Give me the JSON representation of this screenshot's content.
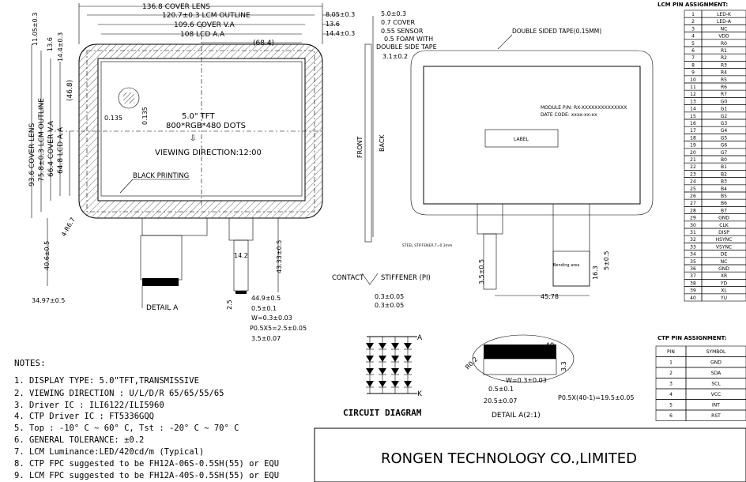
{
  "front_view": {
    "dims_top": [
      "136.8 COVER LENS",
      "120.7±0.3 LCM OUTLINE",
      "109.6 COVER V.A",
      "108 LCD A.A",
      "(68.4)"
    ],
    "dims_top_right": [
      "8.05±0.3",
      "13.6",
      "14.4±0.3"
    ],
    "dims_left_outer": [
      "11.05±0.3",
      "13.6",
      "14.4±0.3"
    ],
    "dims_left": [
      "93.6 COVER LENS",
      "75.8±0.3 LCM OUTLINE",
      "66.4 COVER V.A",
      "64.8 LCD A.A",
      "(46.8)"
    ],
    "center_text": [
      "5.0\" TFT",
      "800*RGB*480 DOTS",
      "VIEWING DIRECTION:12:00"
    ],
    "black_printing": "BLACK PRINTING",
    "pixel_dims": [
      "0.135",
      "0.135"
    ],
    "radius": "4-R6.7",
    "bottom_dims": [
      "40.6±0.5",
      "34.97±0.5",
      "DETAIL A",
      "14.2",
      "43.33±0.5",
      "44.9±0.5",
      "2.5",
      "0.5±0.1",
      "W=0.3±0.03",
      "P0.5X5=2.5±0.05",
      "3.5±0.07"
    ]
  },
  "side_view": {
    "callouts": [
      "5.0±0.3",
      "0.7 COVER",
      "0.55 SENSOR",
      "0.5 FOAM WITH",
      "DOUBLE SIDE TAPE",
      "3.1±0.2"
    ],
    "front": "FRONT",
    "back": "BACK",
    "contact": "CONTACT",
    "stiffener": "STIFFENER (PI)",
    "small_dims": [
      "0.3±0.05",
      "0.3±0.05"
    ]
  },
  "back_view": {
    "tape": "DOUBLE SIDED TAPE(0.15MM)",
    "module_pn": "MODULE P/N: RX-XXXXXXXXXXXXXX",
    "date_code": "DATE CODE: xxxx-xx-xx",
    "label": "LABEL",
    "stiffener_note": "STEEL STIFFENER,T=0.3mm",
    "dims": [
      "3.5±0.5",
      "16.3",
      "5±0.5",
      "45.78"
    ],
    "bending": "Bending area"
  },
  "lcm_pin": {
    "title": "LCM PIN ASSIGNMENT:",
    "rows": [
      [
        "1",
        "LED-K"
      ],
      [
        "2",
        "LED-A"
      ],
      [
        "3",
        "NC"
      ],
      [
        "4",
        "VDD"
      ],
      [
        "5",
        "R0"
      ],
      [
        "6",
        "R1"
      ],
      [
        "7",
        "R2"
      ],
      [
        "8",
        "R3"
      ],
      [
        "9",
        "R4"
      ],
      [
        "10",
        "R5"
      ],
      [
        "11",
        "R6"
      ],
      [
        "12",
        "R7"
      ],
      [
        "13",
        "G0"
      ],
      [
        "14",
        "G1"
      ],
      [
        "15",
        "G2"
      ],
      [
        "16",
        "G3"
      ],
      [
        "17",
        "G4"
      ],
      [
        "18",
        "G5"
      ],
      [
        "19",
        "G6"
      ],
      [
        "20",
        "G7"
      ],
      [
        "21",
        "B0"
      ],
      [
        "22",
        "B1"
      ],
      [
        "23",
        "B2"
      ],
      [
        "24",
        "B3"
      ],
      [
        "25",
        "B4"
      ],
      [
        "26",
        "B5"
      ],
      [
        "27",
        "B6"
      ],
      [
        "28",
        "B7"
      ],
      [
        "29",
        "GND"
      ],
      [
        "30",
        "CLK"
      ],
      [
        "31",
        "DISP"
      ],
      [
        "32",
        "HSYNC"
      ],
      [
        "33",
        "VSYNC"
      ],
      [
        "34",
        "DE"
      ],
      [
        "35",
        "NC"
      ],
      [
        "36",
        "GND"
      ],
      [
        "37",
        "XR"
      ],
      [
        "38",
        "YD"
      ],
      [
        "39",
        "XL"
      ],
      [
        "40",
        "YU"
      ]
    ]
  },
  "ctp_pin": {
    "title": "CTP PIN ASSIGNMENT:",
    "headers": [
      "PIN",
      "SYMBOL"
    ],
    "rows": [
      [
        "1",
        "GND"
      ],
      [
        "2",
        "SDA"
      ],
      [
        "3",
        "SCL"
      ],
      [
        "4",
        "VCC"
      ],
      [
        "5",
        "INT"
      ],
      [
        "6",
        "RST"
      ]
    ]
  },
  "circuit": {
    "title": "CIRCUIT DIAGRAM",
    "anode": "A",
    "cathode": "K"
  },
  "detail": {
    "pin_count": "40",
    "radius": "R0.2",
    "dims": [
      "3.3",
      "W=0.3±0.03",
      "0.5±0.1",
      "20.5±0.07",
      "P0.5X(40-1)=19.5±0.05"
    ],
    "title": "DETAIL A(2:1)"
  },
  "notes": {
    "title": "NOTES:",
    "items": [
      "1. DISPLAY TYPE: 5.0\"TFT,TRANSMISSIVE",
      "2. VIEWING DIRECTION : U/L/D/R 65/65/55/65",
      "3. Driver IC : ILI6122/ILI5960",
      "4. CTP Driver IC : FT5336GQQ",
      "5. Top : -10° C ~ 60° C, Tst : -20° C ~ 70° C",
      "6. GENERAL TOLERANCE: ±0.2",
      "7. LCM Luminance:LED/420cd/m (Typical)",
      "8. CTP FPC suggested to be FH12A-06S-0.5SH(55) or EQU",
      "9. LCM FPC suggested to be FH12A-40S-0.5SH(55) or EQU"
    ]
  },
  "company": "RONGEN TECHNOLOGY CO.,LIMITED"
}
